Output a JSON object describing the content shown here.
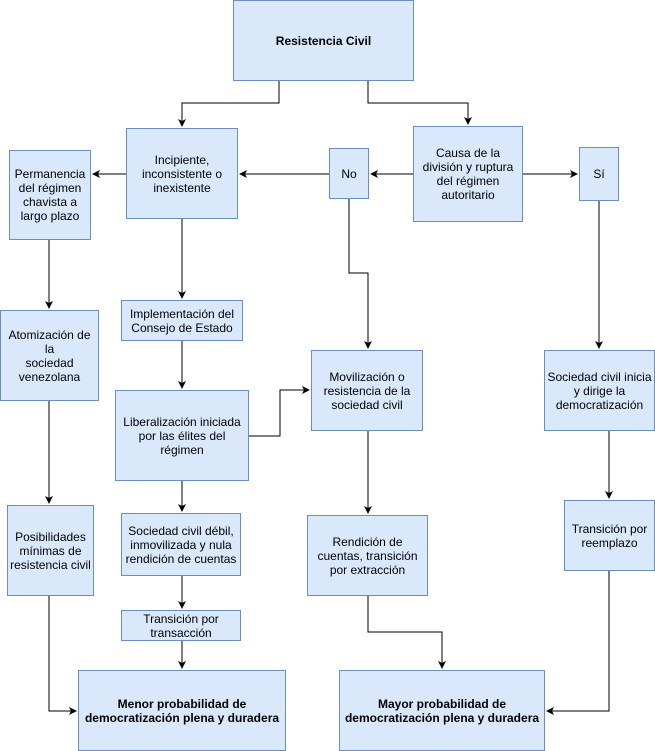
{
  "diagram": {
    "nodes": {
      "root": "Resistencia Civil",
      "incipient": "Incipiente,\ninconsistente o\ninexistente",
      "causa": "Causa de la\ndivisión y ruptura\ndel régimen\nautoritario",
      "no": "No",
      "si": "Sí",
      "permanencia": "Permanencia\ndel régimen\nchavista a\nlargo plazo",
      "atomizacion": "Atomización de la\nsociedad\nvenezolana",
      "consejo": "Implementación del\nConsejo de Estado",
      "liberalizacion": "Liberalización iniciada\npor las élites del\nrégimen",
      "movilizacion": "Movilización o\nresistencia de la\nsociedad civil",
      "debil": "Sociedad civil débil,\ninmovilizada y nula\nrendición de cuentas",
      "transaccion": "Transición por\ntransacción",
      "posibilidades": "Posibilidades\nmínimas de\nresistencia civil",
      "rendicion": "Rendición de\ncuentas, transición\npor extracción",
      "sociedad_inicia": "Sociedad civil inicia\ny dirige la\ndemocratización",
      "reemplazo": "Transición por\nreemplazo",
      "menor": "Menor probabilidad de\ndemocratización plena y duradera",
      "mayor": "Mayor probabilidad de\ndemocratización plena y duradera"
    },
    "colors": {
      "node_fill": "#dae8fc",
      "node_border": "#6c8ebf",
      "edge": "#000000"
    }
  }
}
